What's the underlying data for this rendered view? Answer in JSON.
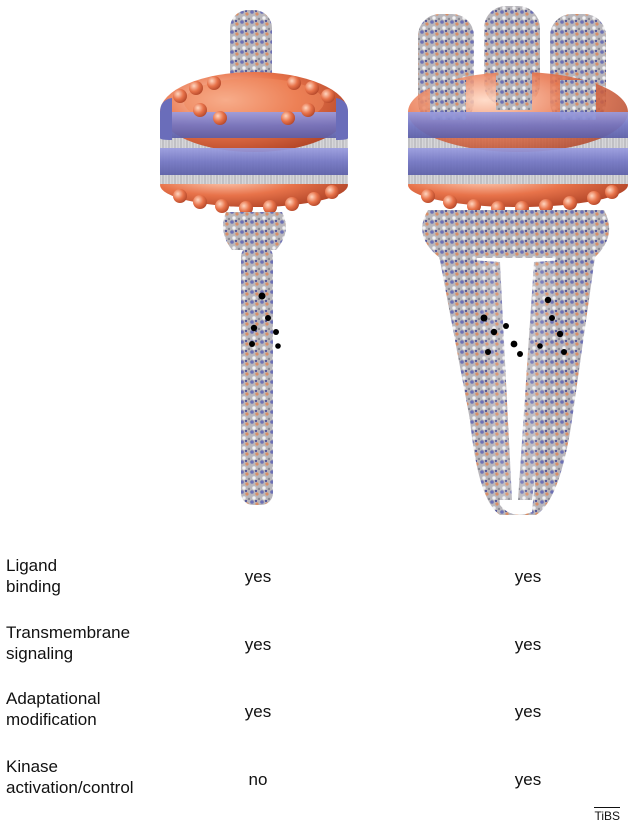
{
  "figure": {
    "rows": [
      {
        "label": "Ligand\nbinding",
        "monomer": "yes",
        "array": "yes"
      },
      {
        "label": "Transmembrane\nsignaling",
        "monomer": "yes",
        "array": "yes"
      },
      {
        "label": "Adaptational\nmodification",
        "monomer": "yes",
        "array": "yes"
      },
      {
        "label": "Kinase\nactivation/control",
        "monomer": "no",
        "array": "yes"
      }
    ],
    "credit": "TiBS"
  },
  "colors": {
    "lipid_head": "#e8734a",
    "scaffold_band": "#7b7ec8",
    "protein_grey": "#9a9aa2",
    "protein_blue": "#5a5fa8",
    "protein_orange": "#d88a60",
    "site_black": "#000000"
  }
}
